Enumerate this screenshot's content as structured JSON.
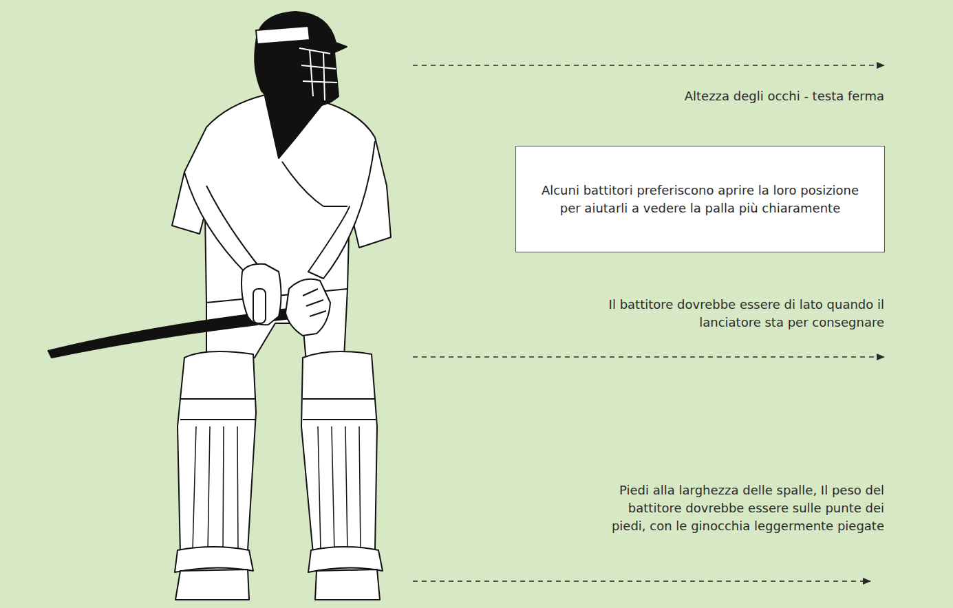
{
  "diagram": {
    "nodes": [
      {
        "text": [
          "Alcuni battitori preferiscono aprire la loro posizione per aiutarli a vedere la palla più chiaramente"
        ]
      }
    ],
    "labels": [
      "Altezza degli occhi - testa ferma",
      "Il battitore dovrebbe essere di lato quando il lanciatore sta per consegnare",
      "Piedi alla larghezza delle spalle, Il peso del battitore dovrebbe essere sulle punte dei piedi, con le ginocchia leggermente piegate"
    ]
  }
}
